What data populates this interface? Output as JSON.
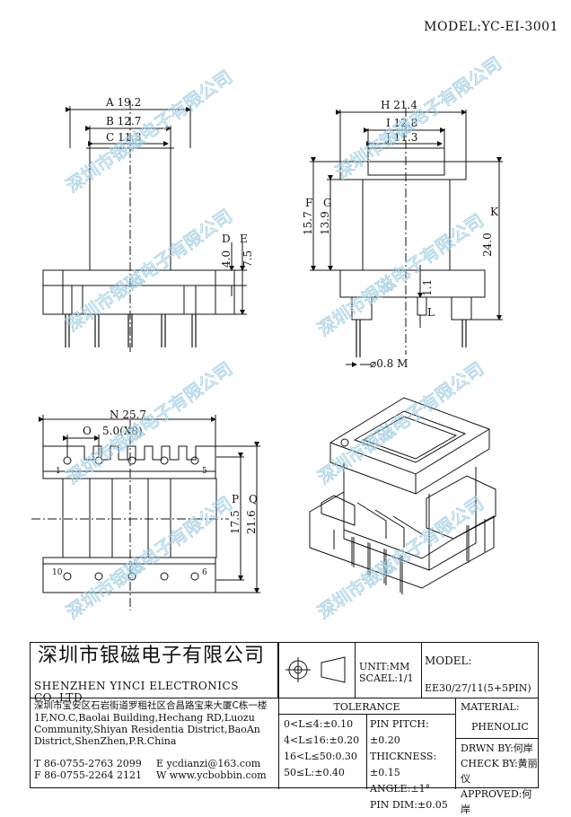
{
  "model_label": "MODEL:YC-EI-3001",
  "watermark_text": "深圳市银磁电子有限公司",
  "dims": {
    "A": "A 19.2",
    "B": "B 12.7",
    "C": "C 11.3",
    "D": "D",
    "E": "E",
    "d_val": "4.0",
    "e_val": "7.5",
    "H": "H 21.4",
    "I": "I 12.8",
    "J": "J 11.3",
    "F": "F",
    "G": "G",
    "f_val": "15.7",
    "g_val": "13.9",
    "K": "K",
    "k_val": "24.0",
    "l_val": "1.1",
    "L": "L",
    "M": "⌀0.8 M",
    "N": "N 25.7",
    "O": "O",
    "o_val": "5.0(X8)",
    "P": "P",
    "Q": "Q",
    "p_val": "17.5",
    "q_val": "21.6",
    "pin1": "1",
    "pin5": "5",
    "pin10": "10",
    "pin6": "6"
  },
  "title_block": {
    "company_cn": "深圳市银磁电子有限公司",
    "company_en": "SHENZHEN YINCI ELECTRONICS CO.,LTD.",
    "address_cn": "深圳市宝安区石岩街道罗租社区合昌路宝来大厦C栋一楼",
    "address_en_1": "1F,NO.C,Baolai Building,Hechang RD,Luozu",
    "address_en_2": "Community,Shiyan Residentia District,BaoAn",
    "address_en_3": "District,ShenZhen,P.R.China",
    "tel": "T 86-0755-2763 2099",
    "fax": "F 86-0755-2264 2121",
    "email": "E ycdianzi@163.com",
    "web": "W www.ycbobbin.com",
    "unit": "UNIT:MM",
    "scale": "SCAEL:1/1",
    "model_hdr": "MODEL:",
    "model_val": "EE30/27/11(5+5PIN)",
    "tolerance_hdr": "TOLERANCE",
    "tol": [
      "0<L≤4:±0.10",
      "4<L≤16:±0.20",
      "16<L≤50:0.30",
      "50≤L:±0.40"
    ],
    "spec": [
      "PIN PITCH:±0.20",
      "THICKNESS:±0.15",
      "ANGLE:±1°",
      "PIN DIM:±0.05"
    ],
    "material_hdr": "MATERIAL:",
    "material_val": "PHENOLIC",
    "drawn": "DRWN BY:何岸",
    "check": "CHECK BY:黄丽仪",
    "approved": "APPROVED:何岸"
  }
}
